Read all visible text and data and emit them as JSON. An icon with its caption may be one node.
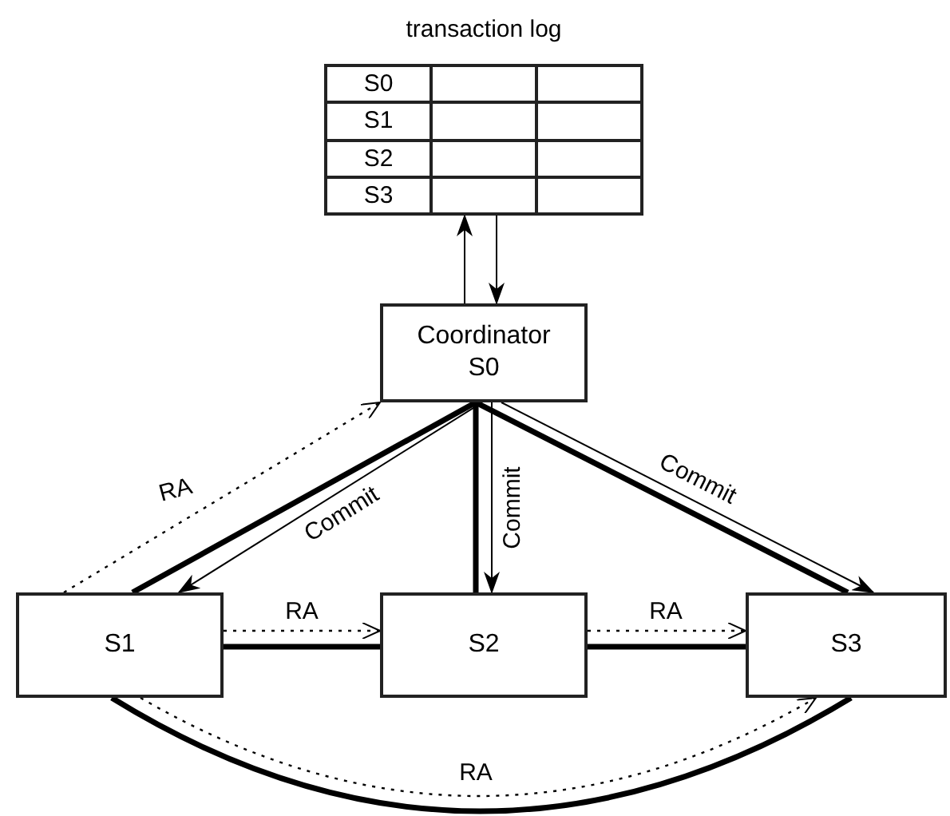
{
  "diagram": {
    "nodes": [
      {
        "text": [
          "transaction log",
          "S0",
          "S1",
          "S2",
          "S3"
        ]
      },
      {
        "text": [
          "Coordinator",
          "S0"
        ]
      },
      {
        "text": [
          "S1"
        ]
      },
      {
        "text": [
          "S2"
        ]
      },
      {
        "text": [
          "S3"
        ]
      }
    ],
    "edges": [
      {
        "from": 1,
        "to": 0,
        "arrow": "to"
      },
      {
        "from": 0,
        "to": 1,
        "arrow": "to"
      },
      {
        "from": 1,
        "to": 2,
        "arrow": "none",
        "style": "thick"
      },
      {
        "from": 1,
        "to": 3,
        "arrow": "none",
        "style": "thick"
      },
      {
        "from": 1,
        "to": 4,
        "arrow": "none",
        "style": "thick"
      },
      {
        "from": 2,
        "to": 3,
        "arrow": "none",
        "style": "thick"
      },
      {
        "from": 3,
        "to": 4,
        "arrow": "none",
        "style": "thick"
      },
      {
        "from": 2,
        "to": 4,
        "arrow": "none",
        "style": "thick"
      },
      {
        "from": 1,
        "to": 2,
        "arrow": "to",
        "label": "Commit"
      },
      {
        "from": 1,
        "to": 3,
        "arrow": "to",
        "label": "Commit"
      },
      {
        "from": 1,
        "to": 4,
        "arrow": "to",
        "label": "Commit"
      },
      {
        "from": 2,
        "to": 1,
        "arrow": "to",
        "label": "RA",
        "style": "dashed"
      },
      {
        "from": 2,
        "to": 3,
        "arrow": "to",
        "label": "RA",
        "style": "dashed"
      },
      {
        "from": 3,
        "to": 4,
        "arrow": "to",
        "label": "RA",
        "style": "dashed"
      },
      {
        "from": 2,
        "to": 4,
        "arrow": "to",
        "label": "RA",
        "style": "dashed"
      }
    ]
  }
}
